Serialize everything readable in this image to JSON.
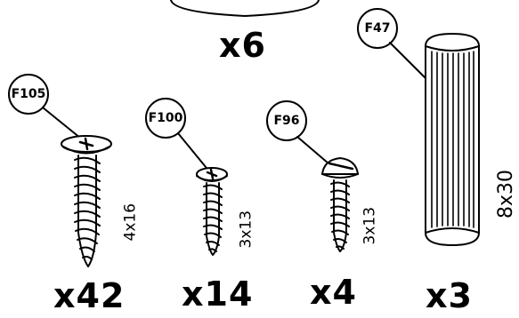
{
  "top_part": {
    "quantity": "x6"
  },
  "parts": [
    {
      "code": "F105",
      "size": "4x16",
      "quantity": "x42",
      "type": "countersunk screw",
      "icon": "countersunk-screw-icon"
    },
    {
      "code": "F100",
      "size": "3x13",
      "quantity": "x14",
      "type": "countersunk screw",
      "icon": "countersunk-screw-icon"
    },
    {
      "code": "F96",
      "size": "3x13",
      "quantity": "x4",
      "type": "round head screw",
      "icon": "round-head-screw-icon"
    },
    {
      "code": "F47",
      "size": "8x30",
      "quantity": "x3",
      "type": "wooden dowel",
      "icon": "wooden-dowel-icon"
    }
  ]
}
